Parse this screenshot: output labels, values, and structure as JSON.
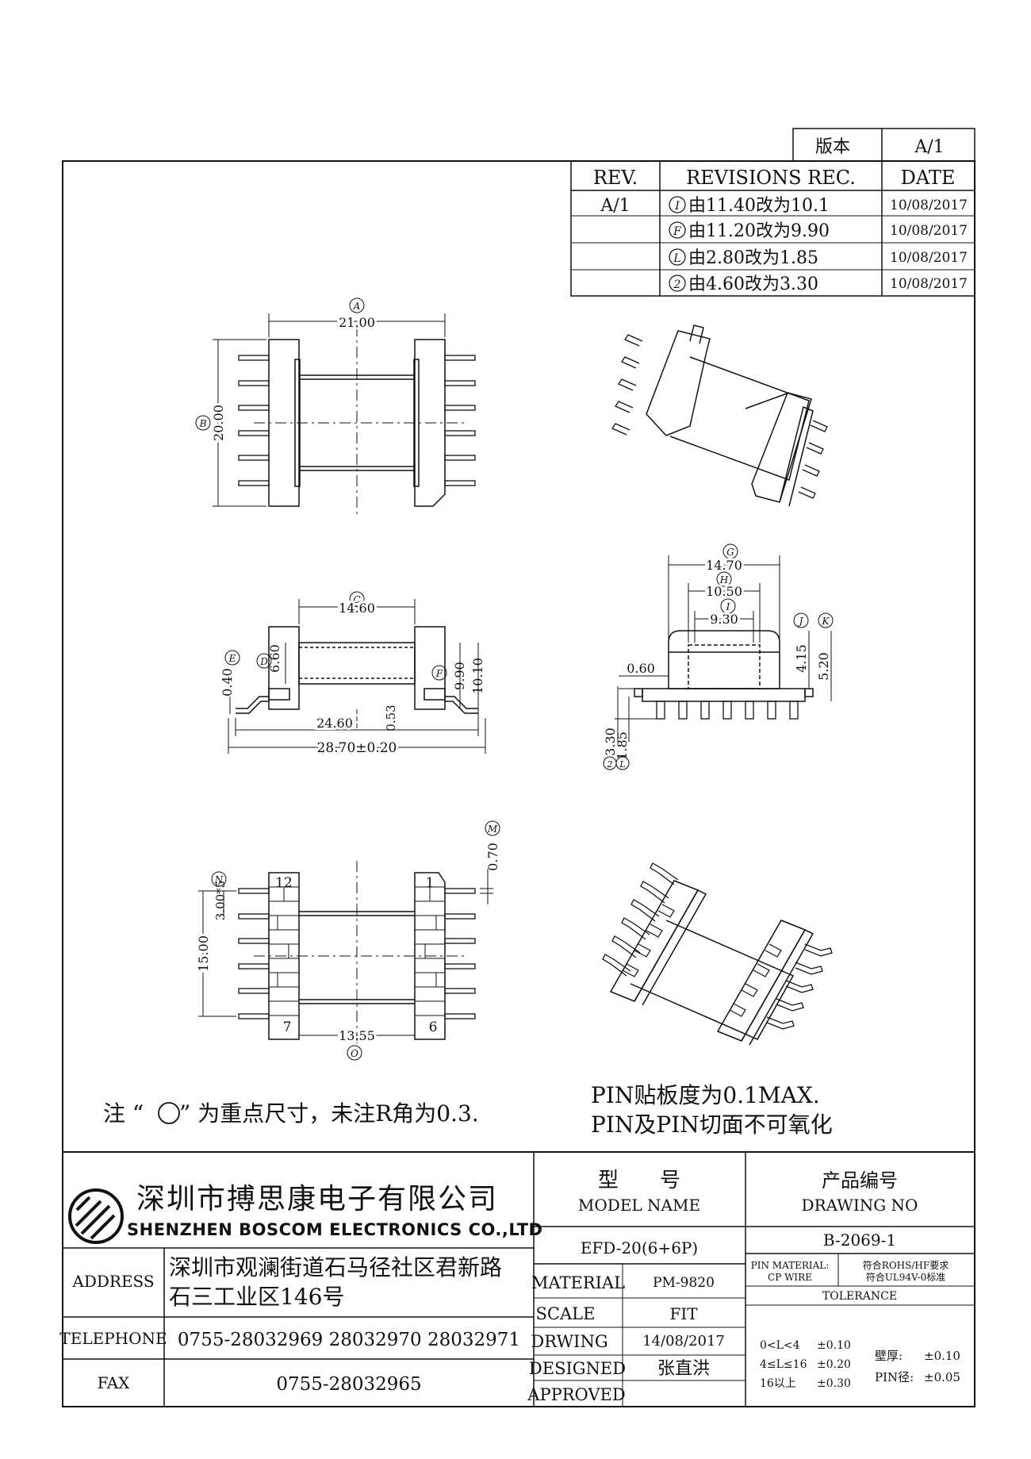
{
  "version_box": {
    "label": "版本",
    "value": "A/1"
  },
  "revisions": {
    "headers": {
      "rev": "REV.",
      "rec": "REVISIONS REC.",
      "date": "DATE"
    },
    "rev_value": "A/1",
    "rows": [
      {
        "mark": "I",
        "text": "由11.40改为10.1",
        "date": "10/08/2017"
      },
      {
        "mark": "F",
        "text": "由11.20改为9.90",
        "date": "10/08/2017"
      },
      {
        "mark": "L",
        "text": "由2.80改为1.85",
        "date": "10/08/2017"
      },
      {
        "mark": "2",
        "text": "由4.60改为3.30",
        "date": "10/08/2017"
      }
    ]
  },
  "views": {
    "top": {
      "mark_a": "A",
      "dim_a": "21.00",
      "mark_b": "B",
      "dim_b": "20.00"
    },
    "front": {
      "mark_c": "C",
      "dim_c": "14.60",
      "mark_d": "D",
      "dim_d": "6.60",
      "mark_e": "E",
      "dim_e": "0.40",
      "mark_f": "F",
      "dim_f": "9.90",
      "dim_f2": "10.10",
      "dim_inner": "24.60",
      "dim_small": "0.53",
      "dim_total": "28.70±0.20"
    },
    "side": {
      "mark_g": "G",
      "dim_g": "14.70",
      "mark_h": "H",
      "dim_h": "10.50",
      "mark_i": "I",
      "dim_i": "9.30",
      "mark_j": "J",
      "mark_k": "K",
      "dim_060": "0.60",
      "dim_415": "4.15",
      "dim_520": "5.20",
      "dim_330": "3.30",
      "dim_185": "1.85",
      "mark_2": "2",
      "mark_l": "L"
    },
    "bottom": {
      "mark_n": "N",
      "dim_pitch": "3.00*5",
      "dim_15": "15.00",
      "mark_m": "M",
      "dim_070": "0.70",
      "mark_o": "O",
      "dim_1355": "13.55",
      "pin_12": "12",
      "pin_1": "1",
      "pin_7": "7",
      "pin_6": "6"
    }
  },
  "notes": {
    "note_prefix": "注 “",
    "note_suffix": "” 为重点尺寸，未注R角为0.3.",
    "pin_line1": "PIN贴板度为0.1MAX.",
    "pin_line2": "PIN及PIN切面不可氧化"
  },
  "title_block": {
    "company_cn": "深圳市搏思康电子有限公司",
    "company_en": "SHENZHEN BOSCOM ELECTRONICS CO.,LTD",
    "address_label": "ADDRESS",
    "address_line1": "深圳市观澜街道石马径社区君新路",
    "address_line2": "石三工业区146号",
    "telephone_label": "TELEPHONE",
    "telephone": "0755-28032969 28032970 28032971",
    "fax_label": "FAX",
    "fax": "0755-28032965",
    "model_cn": "型　　号",
    "model_en": "MODEL NAME",
    "model_value": "EFD-20(6+6P)",
    "drawing_cn": "产品编号",
    "drawing_en": "DRAWING NO",
    "drawing_value": "B-2069-1",
    "material_label": "MATERIAL",
    "material_value": "PM-9820",
    "scale_label": "SCALE",
    "scale_value": "FIT",
    "drwing_label": "DRWING",
    "drwing_value": "14/08/2017",
    "designed_label": "DESIGNED",
    "designed_value": "张直洪",
    "approved_label": "APPROVED",
    "pin_material_label": "PIN MATERIAL:",
    "pin_material_value": "符合ROHS/HF要求",
    "cp_wire_label": "CP WIRE",
    "cp_wire_value": "符合UL94V-0标准",
    "tolerance_label": "TOLERANCE",
    "tol_rows": [
      {
        "range": "0<L<4",
        "value": "±0.10"
      },
      {
        "range": "4≤L≤16",
        "value": "±0.20"
      },
      {
        "range": "16以上",
        "value": "±0.30"
      }
    ],
    "wall_label": "壁厚:",
    "wall_value": "±0.10",
    "pin_dia_label": "PIN径:",
    "pin_dia_value": "±0.05"
  }
}
